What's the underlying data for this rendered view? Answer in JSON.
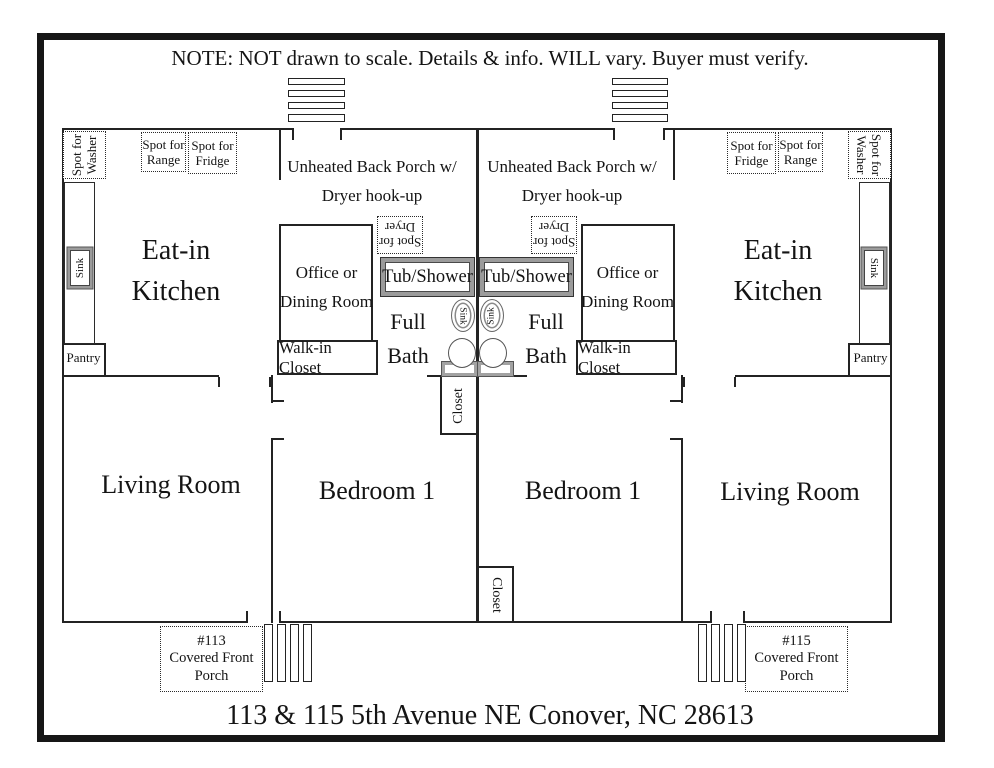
{
  "note": "NOTE: NOT drawn to scale.  Details & info. WILL vary. Buyer must verify.",
  "address": "113 & 115 5th Avenue NE Conover, NC  28613",
  "colors": {
    "ink": "#1a1a1a",
    "fixture_gray": "#9b9b9b"
  },
  "labels": {
    "back_porch": [
      "Unheated Back Porch w/",
      "Dryer hook-up"
    ],
    "office": [
      "Office or",
      "Dining Room"
    ],
    "kitchen": [
      "Eat-in",
      "Kitchen"
    ],
    "living": "Living Room",
    "bedroom": "Bedroom 1",
    "walkin": "Walk-in Closet",
    "tub": "Tub/Shower",
    "bath": [
      "Full",
      "Bath"
    ],
    "closet": "Closet",
    "pantry": "Pantry",
    "sink": "Sink",
    "spot_washer": [
      "Spot for",
      "Washer"
    ],
    "spot_range": [
      "Spot for",
      "Range"
    ],
    "spot_fridge": [
      "Spot for",
      "Fridge"
    ],
    "spot_dryer": [
      "Spot for",
      "Dryer"
    ]
  },
  "porches": {
    "left": [
      "#113",
      "Covered Front",
      "Porch"
    ],
    "right": [
      "#115",
      "Covered Front",
      "Porch"
    ]
  }
}
